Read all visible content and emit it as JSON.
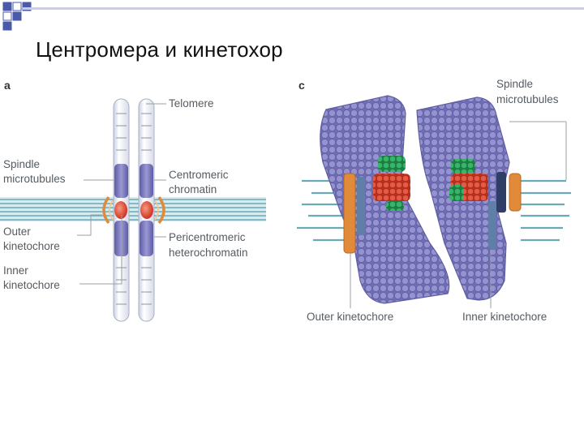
{
  "title": "Центромера и кинетохор",
  "panel_a": {
    "letter": "a",
    "labels": {
      "telomere": "Telomere",
      "spindle_1": "Spindle",
      "spindle_2": "microtubules",
      "centromeric_1": "Centromeric",
      "centromeric_2": "chromatin",
      "outer_1": "Outer",
      "outer_2": "kinetochore",
      "pericentromeric_1": "Pericentromeric",
      "pericentromeric_2": "heterochromatin",
      "inner_1": "Inner",
      "inner_2": "kinetochore"
    }
  },
  "panel_c": {
    "letter": "c",
    "labels": {
      "spindle_1": "Spindle",
      "spindle_2": "microtubules",
      "outer": "Outer kinetochore",
      "inner": "Inner kinetochore"
    }
  },
  "colors": {
    "title_band": "#4a5aa8",
    "chromosome_body": "#f3f5fa",
    "chromatin": "#8a88c8",
    "heterochromatin": "#6e6cb0",
    "centromere_red": "#e0452e",
    "microtubule_teal": "#6aa9b5",
    "outer_kinetochore_orange": "#e08a3a",
    "inner_kinetochore_blue": "#5f7fa8",
    "nucleosome_green": "#2aa05a",
    "nucleosome_purple": "#8583c2",
    "leader_line": "#9aa0a6"
  }
}
